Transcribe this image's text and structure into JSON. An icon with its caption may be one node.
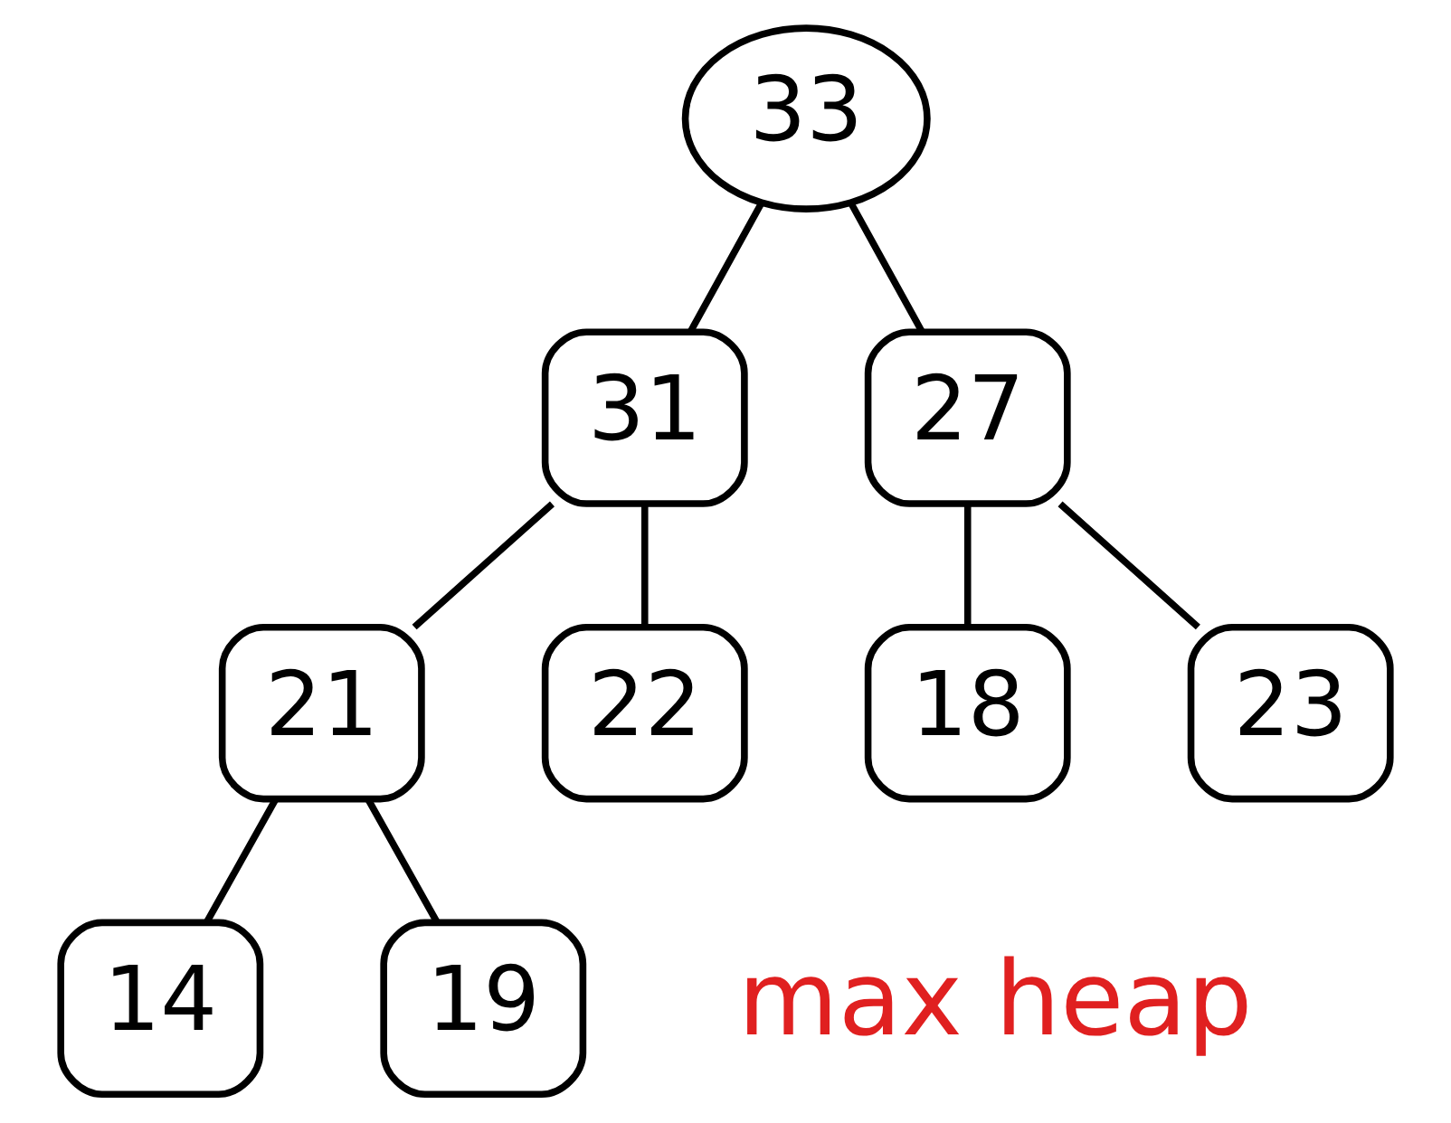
{
  "diagram": {
    "nodes": [
      {
        "text": [
          "33"
        ]
      },
      {
        "text": [
          "31"
        ]
      },
      {
        "text": [
          "27"
        ]
      },
      {
        "text": [
          "21"
        ]
      },
      {
        "text": [
          "22"
        ]
      },
      {
        "text": [
          "18"
        ]
      },
      {
        "text": [
          "23"
        ]
      },
      {
        "text": [
          "14"
        ]
      },
      {
        "text": [
          "19"
        ]
      }
    ],
    "edges": [
      {
        "from": 0,
        "to": 1,
        "arrow": "none"
      },
      {
        "from": 0,
        "to": 2,
        "arrow": "none"
      },
      {
        "from": 1,
        "to": 3,
        "arrow": "none"
      },
      {
        "from": 1,
        "to": 4,
        "arrow": "none"
      },
      {
        "from": 2,
        "to": 5,
        "arrow": "none"
      },
      {
        "from": 2,
        "to": 6,
        "arrow": "none"
      },
      {
        "from": 3,
        "to": 7,
        "arrow": "none"
      },
      {
        "from": 3,
        "to": 8,
        "arrow": "none"
      }
    ],
    "labels": [
      "max heap"
    ]
  }
}
